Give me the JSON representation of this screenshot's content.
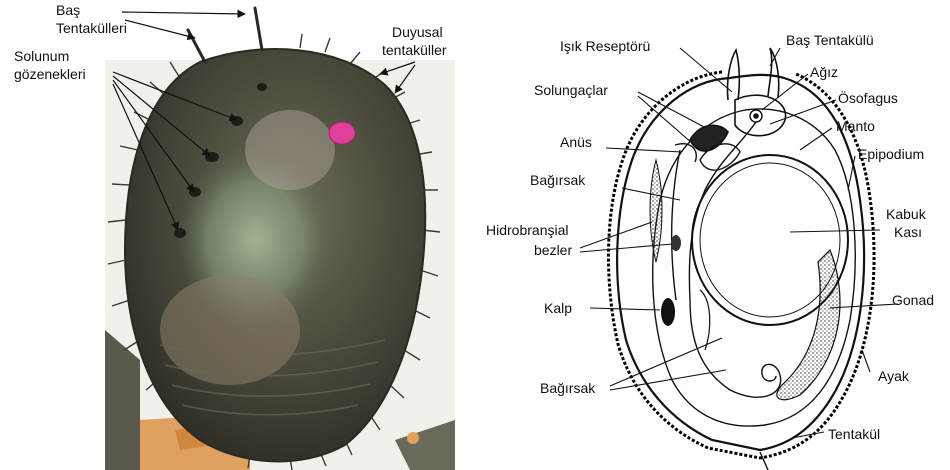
{
  "left_panel": {
    "labels": {
      "head_tentacles_line1": "Baş",
      "head_tentacles_line2": "Tentakülleri",
      "respiratory_pores_line1": "Solunum",
      "respiratory_pores_line2": "gözenekleri",
      "sensory_tentacles_line1": "Duyusal",
      "sensory_tentacles_line2": "tentaküller"
    }
  },
  "right_panel": {
    "labels": {
      "photoreceptor": "Işık Reseptörü",
      "head_tentacle": "Baş Tentakülü",
      "mouth": "Ağız",
      "gills": "Solungaçlar",
      "esophagus": "Ösofagus",
      "mantle": "Manto",
      "anus": "Anüs",
      "epipodium": "Epipodium",
      "intestine_upper": "Bağırsak",
      "shell_muscle_line1": "Kabuk",
      "shell_muscle_line2": "Kası",
      "hydrobranchial_line1": "Hidrobranşial",
      "hydrobranchial_line2": "bezler",
      "gonad": "Gonad",
      "heart": "Kalp",
      "foot": "Ayak",
      "intestine_lower": "Bağırsak",
      "tentacle": "Tentakül"
    }
  },
  "colors": {
    "shell_dark": "#3a3a30",
    "shell_mid": "#5c5a48",
    "iridescent_green": "#8fa080",
    "iridescent_pink": "#c9a0a8",
    "pink_tag": "#e0409a",
    "background_orange": "#e0a060",
    "line": "#111111"
  }
}
